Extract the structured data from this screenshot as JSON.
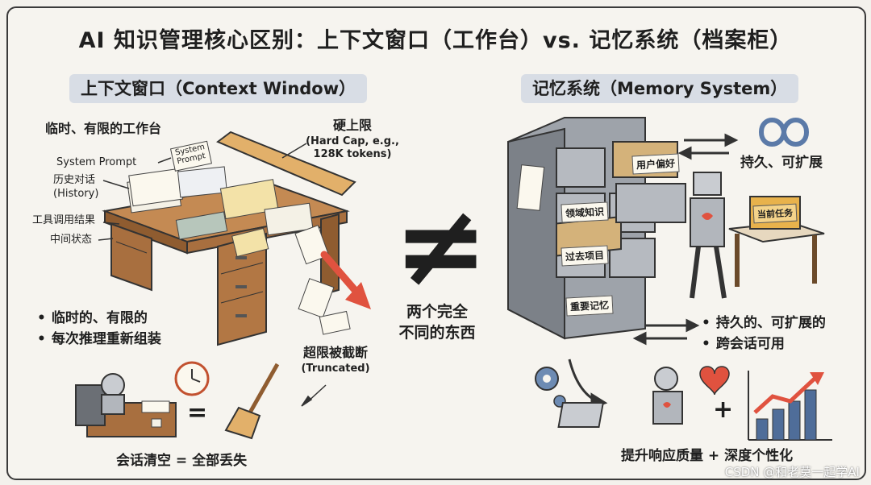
{
  "title": "AI 知识管理核心区别：上下文窗口（工作台）vs. 记忆系统（档案柜）",
  "left": {
    "header": "上下文窗口（Context Window）",
    "workbench_label": "临时、有限的工作台",
    "hard_cap_title": "硬上限",
    "hard_cap_detail": "(Hard Cap, e.g., 128K tokens)",
    "system_prompt": "System Prompt",
    "system_prompt_note": "System Prompt",
    "history_label": "历史对话",
    "history_en": "(History)",
    "tool_results": "工具调用结果",
    "intermediate_state": "中间状态",
    "bullets": [
      "临时的、有限的",
      "每次推理重新组装"
    ],
    "truncated_title": "超限被截断",
    "truncated_en": "(Truncated)",
    "equals": "=",
    "clear_caption": "会话清空 = 全部丢失"
  },
  "center": {
    "symbol": "≠",
    "caption_line1": "两个完全",
    "caption_line2": "不同的东西"
  },
  "right": {
    "header": "记忆系统（Memory System）",
    "drawer_labels": [
      "用户偏好",
      "领域知识",
      "过去项目",
      "重要记忆"
    ],
    "folder_label": "当前任务",
    "persist_label": "持久、可扩展",
    "bullets": [
      "持久的、可扩展的",
      "跨会话可用"
    ],
    "plus": "+",
    "footer_caption": "提升响应质量 + 深度个性化"
  },
  "watermark": "CSDN @和老莫一起学AI",
  "colors": {
    "accent_red": "#e0523f",
    "cabinet": "#8a8f96",
    "desk": "#a86f3f",
    "header_bg": "#d8dde5"
  }
}
